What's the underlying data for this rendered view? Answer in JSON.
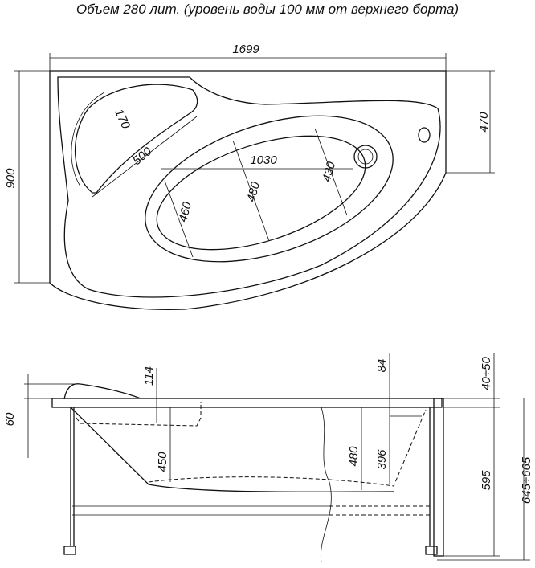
{
  "title": "Объем 280 лит. (уровень воды 100 мм от верхнего борта)",
  "plan_view": {
    "length": "1699",
    "width": "900",
    "right_width": "470",
    "headrest_width": "170",
    "headrest_length": "500",
    "basin_length": "1030",
    "basin_width": "480",
    "basin_right_width": "430",
    "basin_left_width": "460"
  },
  "side_view": {
    "rim_thickness": "60",
    "headrest_depth": "114",
    "depth_left": "450",
    "depth_center": "480",
    "depth_right": "396",
    "overflow_offset": "84",
    "leg_adjust": "40÷50",
    "panel_height": "595",
    "total_height": "645÷665"
  }
}
